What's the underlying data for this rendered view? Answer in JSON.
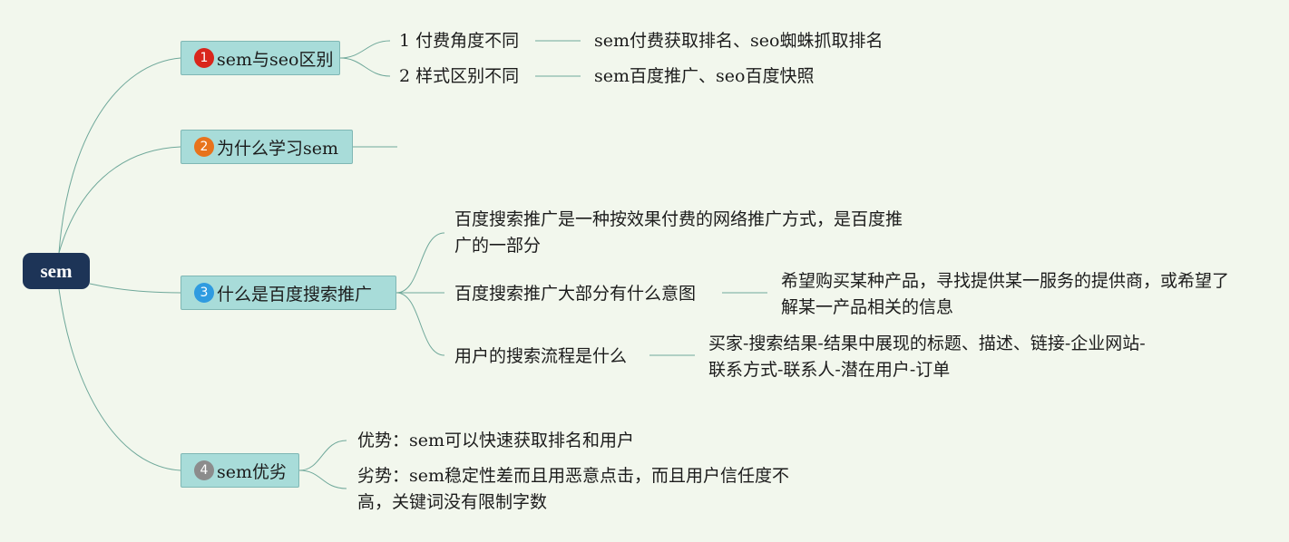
{
  "root": {
    "label": "sem"
  },
  "colors": {
    "root_fill": "#1d3457",
    "branch_fill": "#a8dcd9",
    "connector": "#6fa89a",
    "badge_1": "#d9261c",
    "badge_2": "#e8731c",
    "badge_3": "#2f9be0",
    "badge_4": "#8c8c8c",
    "background": "#f2f7ed"
  },
  "branches": [
    {
      "badge": "1",
      "label": "sem与seo区别",
      "children": [
        {
          "label": "1 付费角度不同",
          "detail": "sem付费获取排名、seo蜘蛛抓取排名"
        },
        {
          "label": "2 样式区别不同",
          "detail": "sem百度推广、seo百度快照"
        }
      ]
    },
    {
      "badge": "2",
      "label": "为什么学习sem",
      "children": []
    },
    {
      "badge": "3",
      "label": "什么是百度搜索推广",
      "children": [
        {
          "label": "百度搜索推广是一种按效果付费的网络推广方式，是百度推广的一部分"
        },
        {
          "label": "百度搜索推广大部分有什么意图",
          "detail": "希望购买某种产品，寻找提供某一服务的提供商，或希望了解某一产品相关的信息"
        },
        {
          "label": "用户的搜索流程是什么",
          "detail": "买家-搜索结果-结果中展现的标题、描述、链接-企业网站-联系方式-联系人-潜在用户-订单"
        }
      ]
    },
    {
      "badge": "4",
      "label": "sem优劣",
      "children": [
        {
          "label": "优势：sem可以快速获取排名和用户"
        },
        {
          "label": "劣势：sem稳定性差而且用恶意点击，而且用户信任度不高，关键词没有限制字数"
        }
      ]
    }
  ]
}
